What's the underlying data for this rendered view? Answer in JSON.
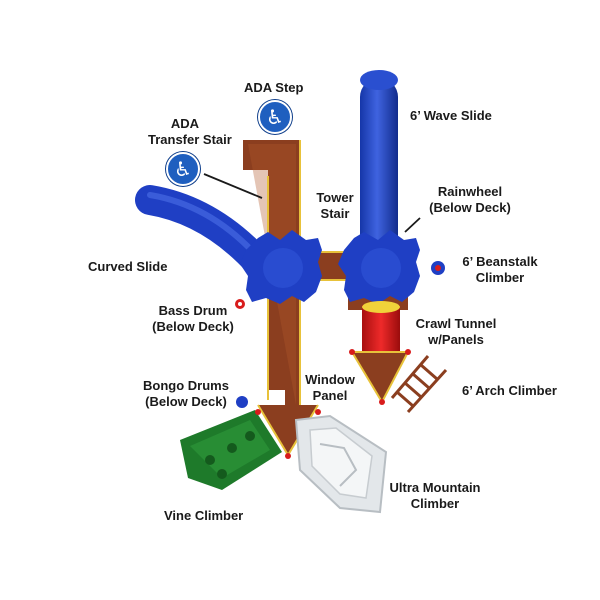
{
  "labels": {
    "ada_step": "ADA Step",
    "ada_transfer_stair": [
      "ADA",
      "Transfer Stair"
    ],
    "wave_slide": "6’ Wave Slide",
    "tower_stair": [
      "Tower",
      "Stair"
    ],
    "rainwheel": [
      "Rainwheel",
      "(Below Deck)"
    ],
    "curved_slide": "Curved Slide",
    "beanstalk_climber": [
      "6’ Beanstalk",
      "Climber"
    ],
    "bass_drum": [
      "Bass Drum",
      "(Below Deck)"
    ],
    "crawl_tunnel": [
      "Crawl Tunnel",
      "w/Panels"
    ],
    "window_panel": [
      "Window",
      "Panel"
    ],
    "arch_climber": "6’ Arch Climber",
    "bongo_drums": [
      "Bongo Drums",
      "(Below Deck)"
    ],
    "ultra_mountain_climber": [
      "Ultra Mountain",
      "Climber"
    ],
    "vine_climber": "Vine Climber"
  },
  "icons": {
    "ada": "wheelchair-accessibility-icon"
  },
  "colors": {
    "deck_brown": "#8b3e1f",
    "slide_blue": "#1f3fc4",
    "tunnel_red": "#d81c1c",
    "vine_green": "#1e7a2a",
    "mountain_white": "#dfe3e6",
    "ada_blue": "#1f5fbf"
  }
}
